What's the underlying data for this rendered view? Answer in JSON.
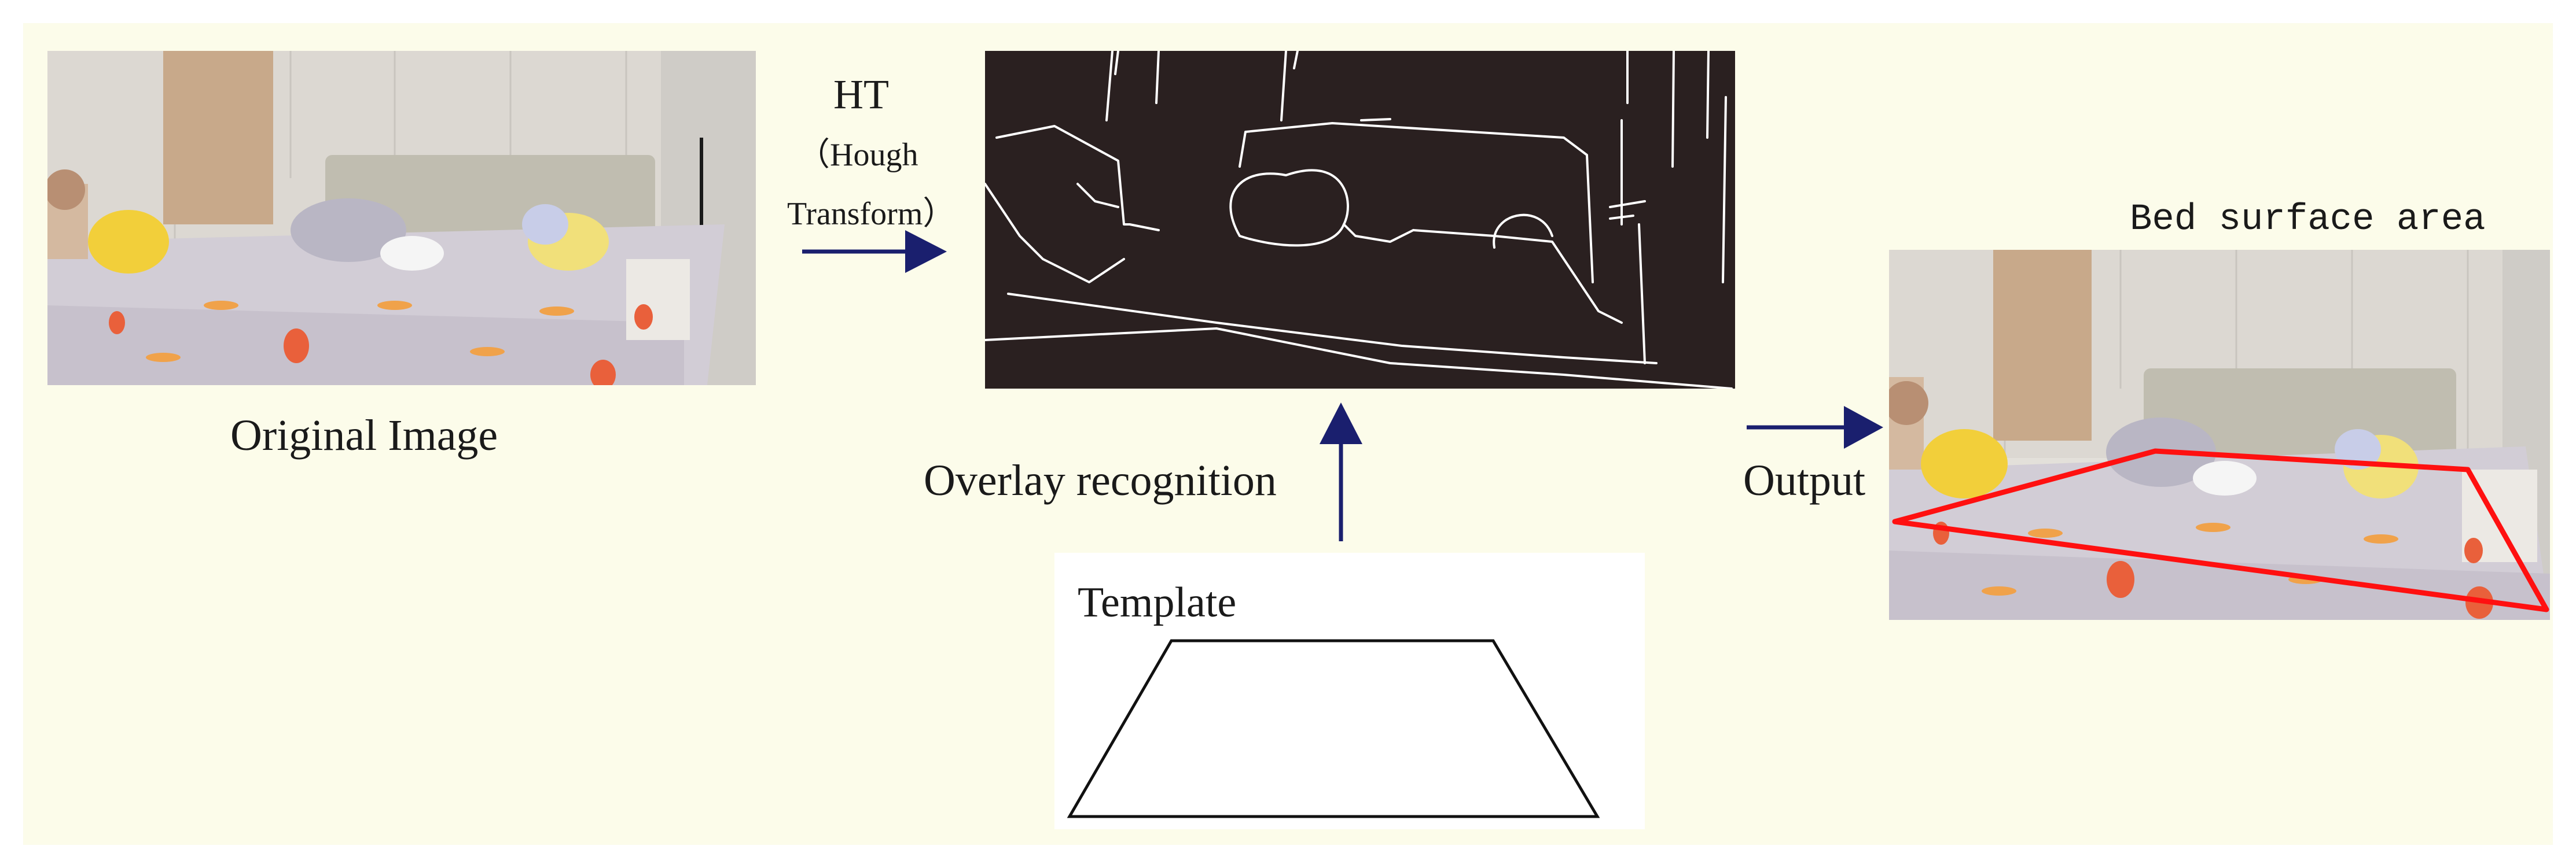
{
  "labels": {
    "original_image": "Original Image",
    "ht": "HT",
    "hough": "（Hough",
    "transform": "Transform）",
    "overlay_recognition": "Overlay recognition",
    "template": "Template",
    "output": "Output",
    "bed_surface_area": "Bed surface area"
  },
  "colors": {
    "background": "#fcfcea",
    "arrow": "#1a1f6e",
    "edge_map": "#2a2020",
    "highlight": "#ff1010"
  }
}
